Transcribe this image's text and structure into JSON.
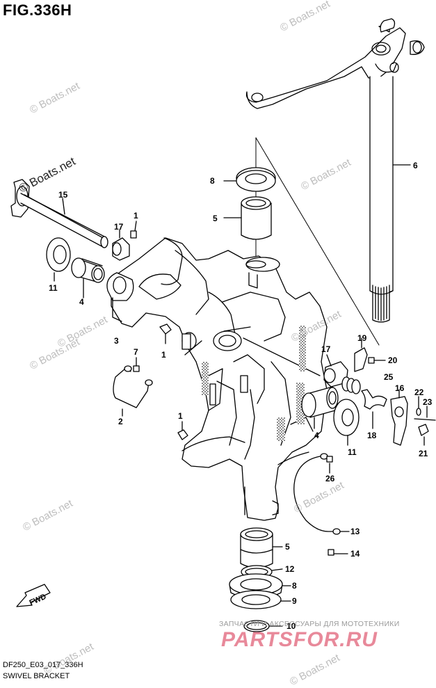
{
  "figure": {
    "title": "FIG.336H",
    "code": "DF250_E03_017_336H",
    "caption": "SWIVEL BRACKET"
  },
  "watermarks": {
    "text": "© Boats.net"
  },
  "shop": {
    "text": "ЗАПЧАСТИ И АКСЕССУАРЫ ДЛЯ МОТОТЕХНИКИ",
    "logo": "PARTSFOR.RU"
  },
  "fwd_label": "FWD",
  "callouts": [
    {
      "id": "c6",
      "label": "6"
    },
    {
      "id": "c8a",
      "label": "8"
    },
    {
      "id": "c15",
      "label": "15"
    },
    {
      "id": "c1a",
      "label": "1"
    },
    {
      "id": "c17a",
      "label": "17"
    },
    {
      "id": "c5a",
      "label": "5"
    },
    {
      "id": "c11a",
      "label": "11"
    },
    {
      "id": "c4a",
      "label": "4"
    },
    {
      "id": "c3",
      "label": "3"
    },
    {
      "id": "c7",
      "label": "7"
    },
    {
      "id": "c1b",
      "label": "1"
    },
    {
      "id": "c19",
      "label": "19"
    },
    {
      "id": "c17b",
      "label": "17"
    },
    {
      "id": "c20",
      "label": "20"
    },
    {
      "id": "c25",
      "label": "25"
    },
    {
      "id": "c16",
      "label": "16"
    },
    {
      "id": "c22",
      "label": "22"
    },
    {
      "id": "c23",
      "label": "23"
    },
    {
      "id": "c2",
      "label": "2"
    },
    {
      "id": "c1c",
      "label": "1"
    },
    {
      "id": "c4b",
      "label": "4"
    },
    {
      "id": "c11b",
      "label": "11"
    },
    {
      "id": "c18",
      "label": "18"
    },
    {
      "id": "c21",
      "label": "21"
    },
    {
      "id": "c26",
      "label": "26"
    },
    {
      "id": "c13",
      "label": "13"
    },
    {
      "id": "c5b",
      "label": "5"
    },
    {
      "id": "c14",
      "label": "14"
    },
    {
      "id": "c12",
      "label": "12"
    },
    {
      "id": "c8b",
      "label": "8"
    },
    {
      "id": "c9",
      "label": "9"
    },
    {
      "id": "c10",
      "label": "10"
    }
  ]
}
